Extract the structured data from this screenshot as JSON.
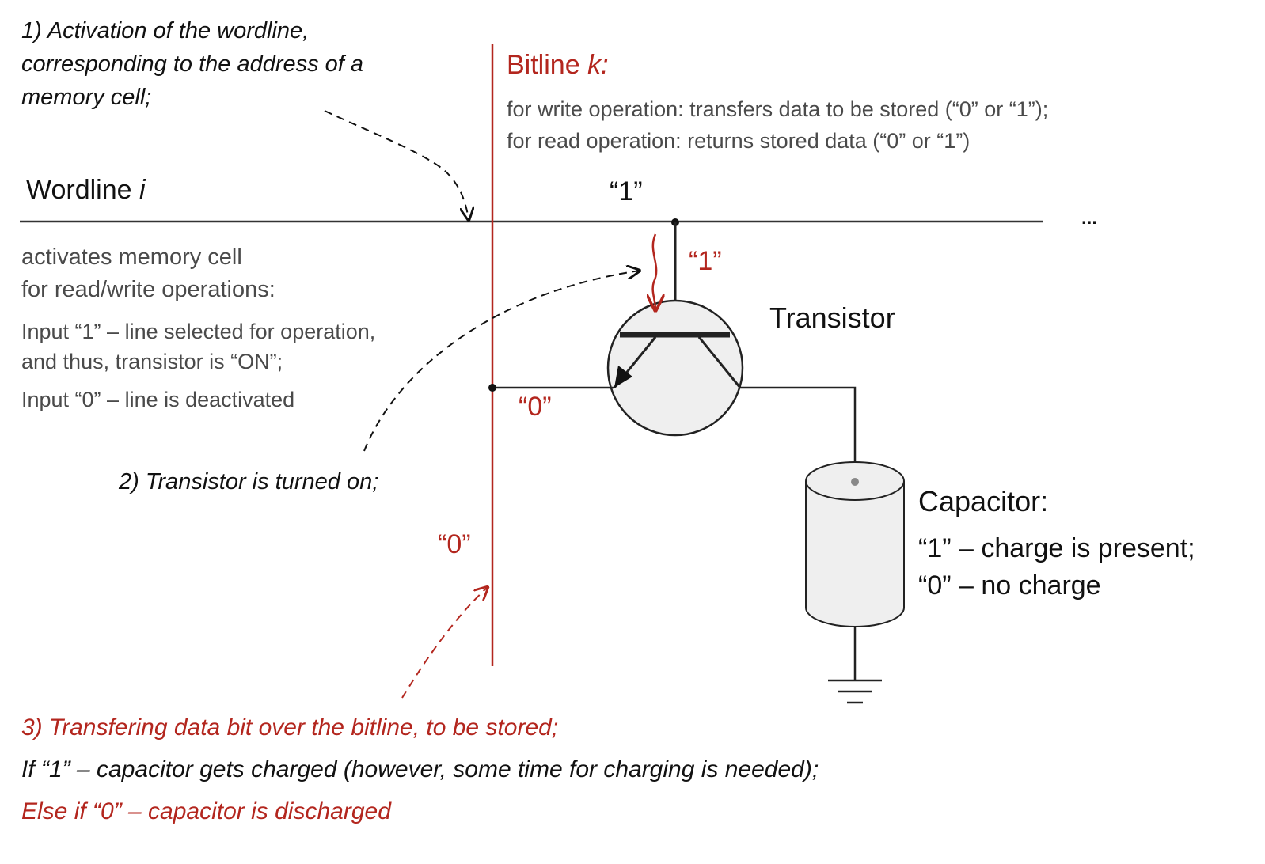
{
  "step1": {
    "text": "1) Activation of the wordline, corresponding to the address of a memory cell;"
  },
  "bitline": {
    "title_prefix": "Bitline ",
    "title_var": "k:",
    "write_desc": "for write operation: transfers data to be stored (“0” or “1”);",
    "read_desc": "for read operation:  returns stored data (“0” or “1”)",
    "value": "“0”"
  },
  "wordline": {
    "title_prefix": "Wordline ",
    "title_var": "i",
    "desc_line1": "activates memory cell",
    "desc_line2": "for read/write operations:",
    "input1_line1": "Input “1” – line selected for operation,",
    "input1_line2": "and thus, transistor is “ON”;",
    "input0": "Input “0” – line is deactivated",
    "value": "“1”",
    "continuation": "..."
  },
  "transistor": {
    "label": "Transistor",
    "gate_value": "“1”",
    "source_value": "“0”"
  },
  "step2": {
    "text": "2) Transistor is turned on;"
  },
  "capacitor": {
    "title": "Capacitor:",
    "state1": "“1” – charge is present;",
    "state0": "“0” – no charge"
  },
  "step3": {
    "title": "3) Transfering data bit over the bitline, to be stored;",
    "if_case": "If “1” – capacitor gets charged (however, some time for charging is needed);",
    "else_case": "Else if “0” – capacitor is discharged"
  },
  "colors": {
    "accent_red": "#b3261e",
    "line_black": "#333333",
    "text_gray": "#4a4a4a",
    "shape_fill": "#efefef"
  }
}
